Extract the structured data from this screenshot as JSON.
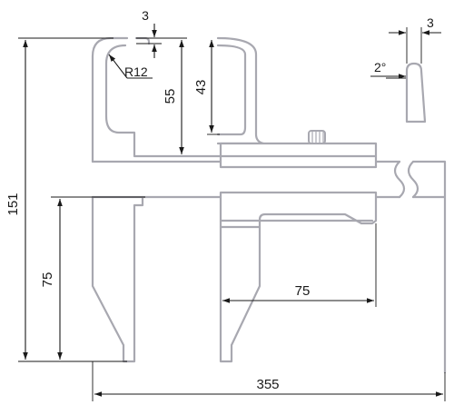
{
  "dimensions": {
    "overall_height": "151",
    "lower_jaw_depth": "75",
    "overall_length": "355",
    "lower_jaw_opening": "75",
    "upper_jaw_depth_fixed": "55",
    "upper_jaw_depth_sliding": "43",
    "upper_jaw_tip": "3",
    "corner_radius": "R12",
    "blade_thickness": "3",
    "blade_angle": "2°"
  },
  "colors": {
    "outline": "#a8a8b0",
    "dimension_lines": "#1a1a1a"
  }
}
